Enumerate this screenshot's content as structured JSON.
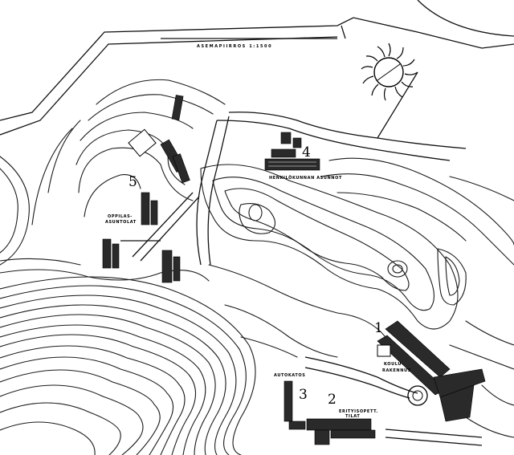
{
  "plan": {
    "title": "ASEMAPIIRROS 1:1500",
    "numbers": [
      "1",
      "2",
      "3",
      "4",
      "5"
    ],
    "labels": {
      "koulurakennus_1": "KOULU-",
      "koulurakennus_2": "RAKENNUS",
      "autokatos": "AUTOKATOS",
      "erityisopettajat_1": "ERITYISOPETT.",
      "erityisopettajat_2": "TILAT",
      "oppilasasuntolat_1": "OPPILAS-",
      "oppilasasuntolat_2": "ASUNTOLAT",
      "henkilokunnan": "HENKILÖKUNNAN ASUNNOT"
    }
  }
}
